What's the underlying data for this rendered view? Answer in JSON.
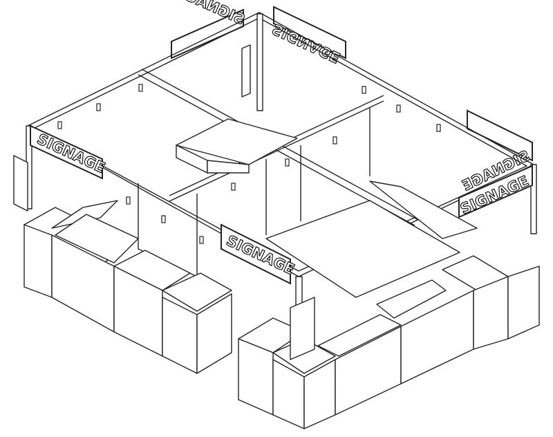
{
  "drawing": {
    "title": "Kiosk isometric line drawing",
    "signs": [
      {
        "label": "SIGNAGE",
        "position": "left"
      },
      {
        "label": "SIGNAGE",
        "position": "center-front"
      },
      {
        "label": "SIGNAGE",
        "position": "right"
      },
      {
        "label": "SIGNAGE",
        "position": "back-left",
        "mirrored": true
      },
      {
        "label": "SIGNAGE",
        "position": "back-top",
        "mirrored": true
      },
      {
        "label": "SIGNAGE",
        "position": "back-right",
        "mirrored": true
      }
    ],
    "colors": {
      "line": "#222222",
      "background": "#ffffff"
    }
  }
}
